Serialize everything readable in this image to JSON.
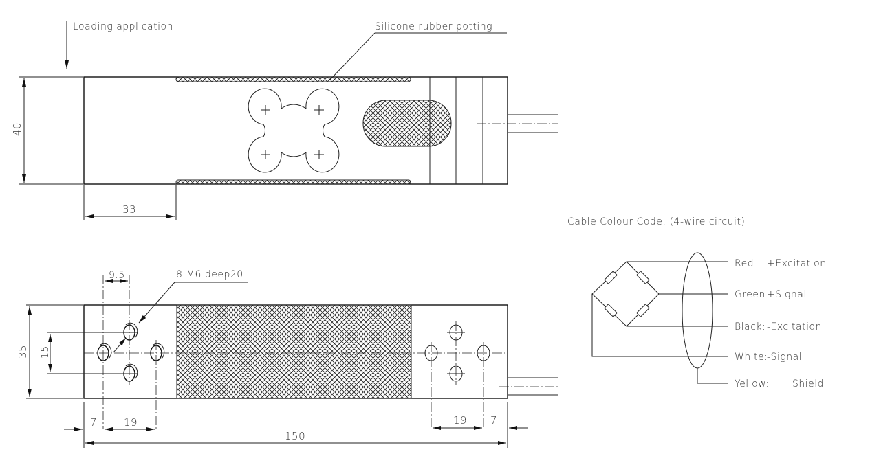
{
  "top_view": {
    "load_label": "Loading application",
    "potting_label": "Silicone rubber potting",
    "dim_height": "40",
    "dim_offset": "33"
  },
  "bottom_view": {
    "hole_label": "8-M6 deep20",
    "dim_hole_spacing_x": "9.5",
    "dim_width": "35",
    "dim_hole_spacing_y": "15",
    "dim_left_edge": "7",
    "dim_left_pitch": "19",
    "dim_right_pitch": "19",
    "dim_right_edge": "7",
    "dim_length": "150"
  },
  "wiring": {
    "title": "Cable Colour Code: (4-wire circuit)",
    "wires": [
      {
        "color": "Red:",
        "function": "+Excitation"
      },
      {
        "color": "Green:",
        "function": "+Signal"
      },
      {
        "color": "Black:",
        "function": "-Excitation"
      },
      {
        "color": "White:",
        "function": "-Signal"
      },
      {
        "color": "Yellow:",
        "function": "Shield"
      }
    ]
  }
}
